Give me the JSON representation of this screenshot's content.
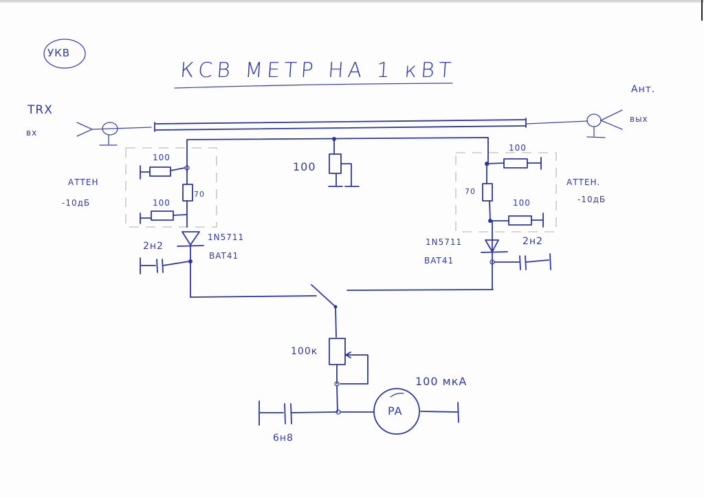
{
  "sheet": {
    "badge": "УКВ",
    "title": "КСВ МЕТР НА 1 кВТ",
    "ink_color": "#2b35a8"
  },
  "ports": {
    "input": {
      "name": "TRX",
      "dir": "вх"
    },
    "output": {
      "name": "Ант.",
      "dir": "вых"
    }
  },
  "left_attenuator": {
    "label": "АТТЕН",
    "value": "-10дБ",
    "r_top": "100",
    "r_series": "70",
    "r_bottom": "100",
    "diode_line1": "1N5711",
    "diode_line2": "BAT41",
    "cap": "2н2"
  },
  "right_attenuator": {
    "label": "АТТЕН.",
    "value": "-10дБ",
    "r_top": "100",
    "r_series": "70",
    "r_bottom": "100",
    "diode_line1": "1N5711",
    "diode_line2": "BAT41",
    "cap": "2н2"
  },
  "center_load": {
    "value": "100"
  },
  "meter": {
    "pot": "100к",
    "cap": "6н8",
    "meter_symbol": "PA",
    "meter_range": "100 мкА"
  }
}
